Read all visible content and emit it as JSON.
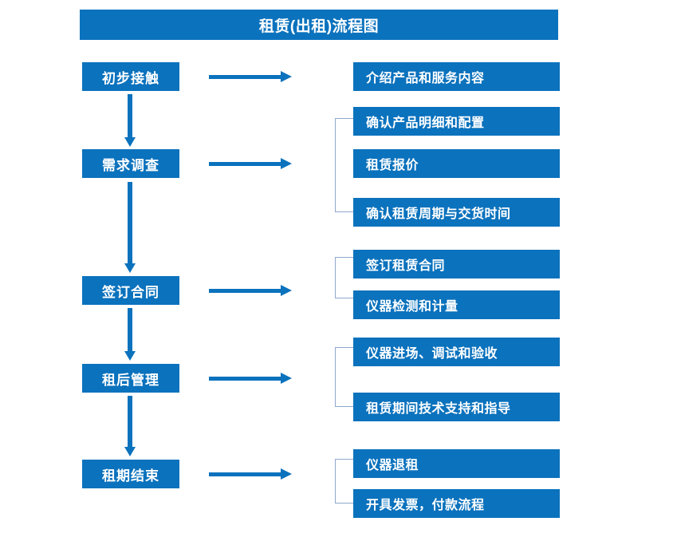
{
  "document": {
    "title": "租赁(出租)流程图",
    "accent_color": "#0b72bd",
    "bracket_color": "#8fa8cc",
    "background_color": "#ffffff",
    "text_color": "#ffffff"
  },
  "stages": [
    {
      "label": "初步接触"
    },
    {
      "label": "需求调查"
    },
    {
      "label": "签订合同"
    },
    {
      "label": "租后管理"
    },
    {
      "label": "租期结束"
    }
  ],
  "details": [
    {
      "label": "介绍产品和服务内容"
    },
    {
      "label": "确认产品明细和配置"
    },
    {
      "label": "租赁报价"
    },
    {
      "label": "确认租赁周期与交货时间"
    },
    {
      "label": "签订租赁合同"
    },
    {
      "label": "仪器检测和计量"
    },
    {
      "label": "仪器进场、调试和验收"
    },
    {
      "label": "租赁期间技术支持和指导"
    },
    {
      "label": "仪器退租"
    },
    {
      "label": "开具发票，付款流程"
    }
  ],
  "flow": {
    "stage_connector_icon": "down-arrow-icon",
    "stage_to_detail_icon": "right-arrow-icon",
    "group_bracket_icon": "bracket-icon"
  }
}
